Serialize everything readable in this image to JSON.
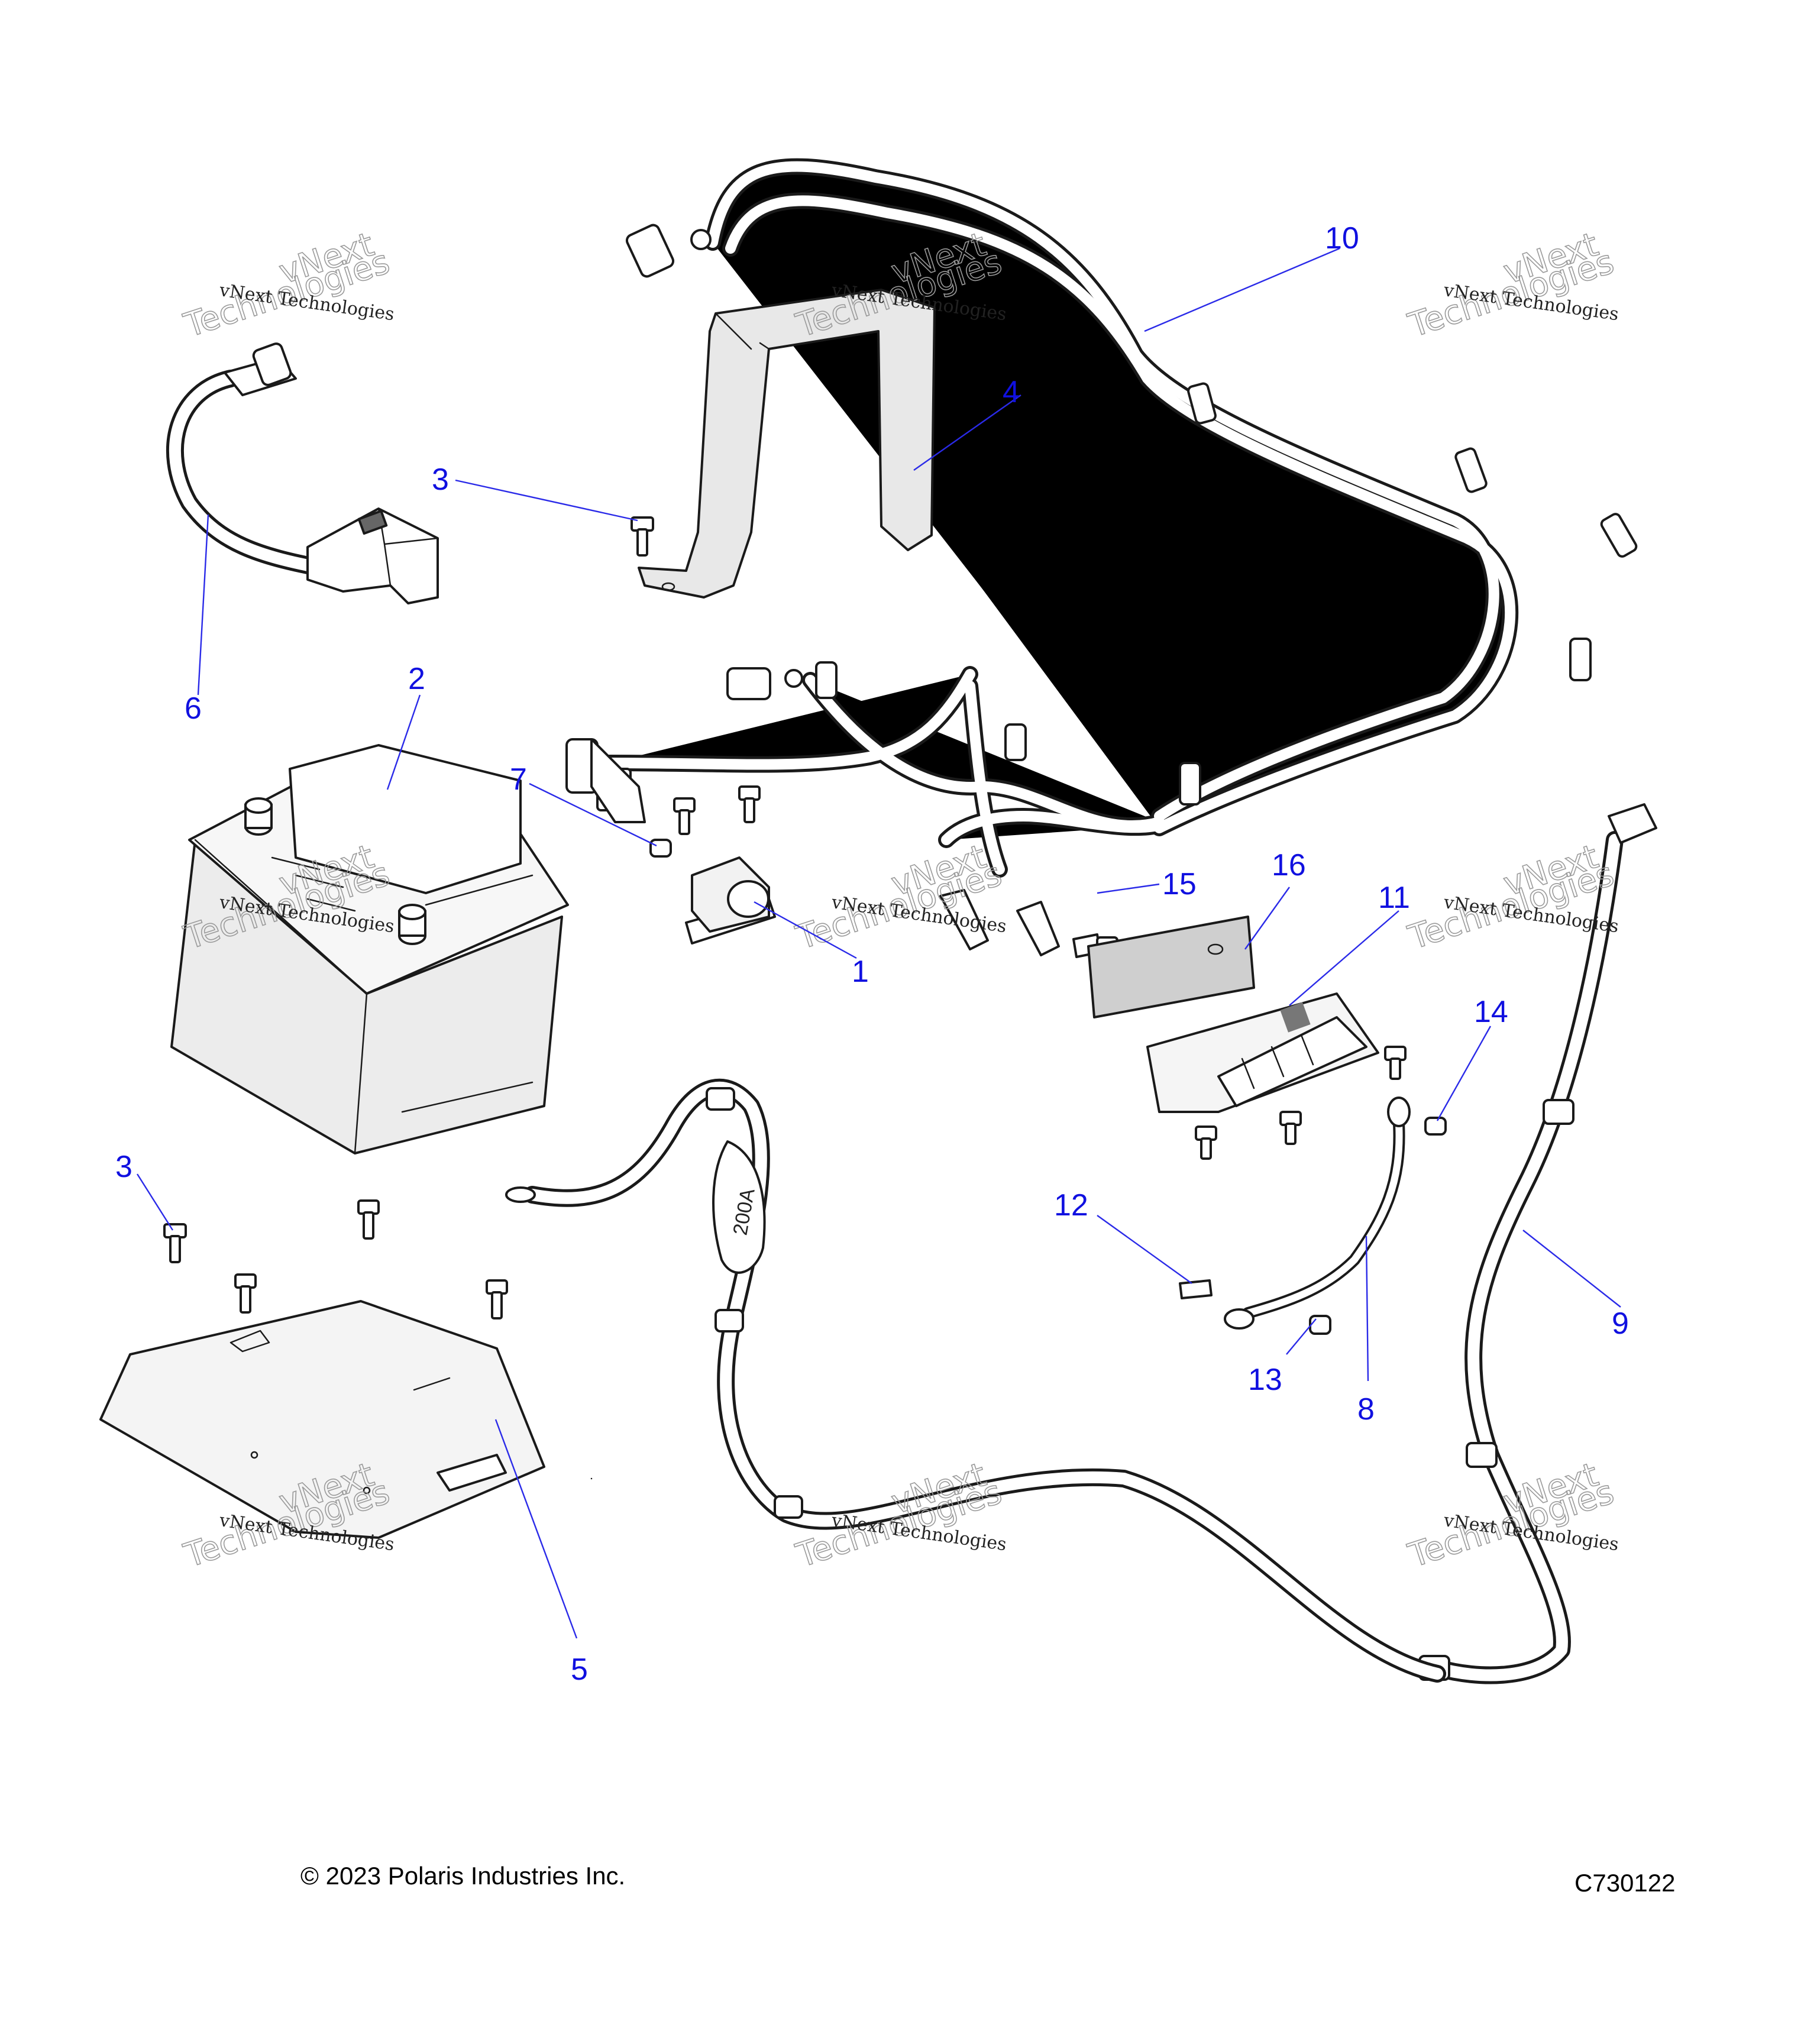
{
  "footer": {
    "copyright": "© 2023 Polaris Industries Inc.",
    "code": "C730122"
  },
  "watermark": {
    "text": "vNext Technologies",
    "ghost_line1": "vNext",
    "ghost_line2": "Technologies"
  },
  "callouts": [
    {
      "key": "c1",
      "label": "1",
      "part": "solenoid"
    },
    {
      "key": "c2",
      "label": "2",
      "part": "battery"
    },
    {
      "key": "c3a",
      "label": "3",
      "part": "bolt (bracket)"
    },
    {
      "key": "c3b",
      "label": "3",
      "part": "bolt (tray)"
    },
    {
      "key": "c4",
      "label": "4",
      "part": "battery bracket"
    },
    {
      "key": "c5",
      "label": "5",
      "part": "battery tray"
    },
    {
      "key": "c6",
      "label": "6",
      "part": "battery cable with terminal cover"
    },
    {
      "key": "c7",
      "label": "7",
      "part": "nut"
    },
    {
      "key": "c8",
      "label": "8",
      "part": "ground cable"
    },
    {
      "key": "c9",
      "label": "9",
      "part": "cable"
    },
    {
      "key": "c10",
      "label": "10",
      "part": "wire harness"
    },
    {
      "key": "c11",
      "label": "11",
      "part": "fuse/relay block"
    },
    {
      "key": "c12",
      "label": "12",
      "part": "screw"
    },
    {
      "key": "c13",
      "label": "13",
      "part": "nut"
    },
    {
      "key": "c14",
      "label": "14",
      "part": "nut"
    },
    {
      "key": "c15",
      "label": "15",
      "part": "screw"
    },
    {
      "key": "c16",
      "label": "16",
      "part": "plate"
    }
  ],
  "fuse_label": "200A"
}
